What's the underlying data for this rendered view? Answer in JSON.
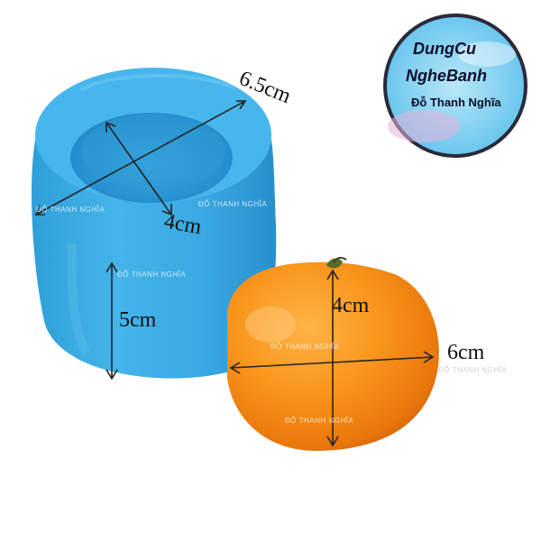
{
  "dimensions": {
    "mold_diameter": "6.5cm",
    "mold_cavity_depth": "4cm",
    "mold_height": "5cm",
    "orange_height": "4cm",
    "orange_width": "6cm"
  },
  "watermark": "ĐỖ THANH NGHĨA",
  "logo": {
    "line1": "DungCu",
    "line2": "NgheBanh",
    "line3": "Đỗ Thanh Nghĩa"
  },
  "colors": {
    "mold": "#3aa9e0",
    "orange": "#f28a12",
    "logo_bg": "#7fd0f2"
  }
}
